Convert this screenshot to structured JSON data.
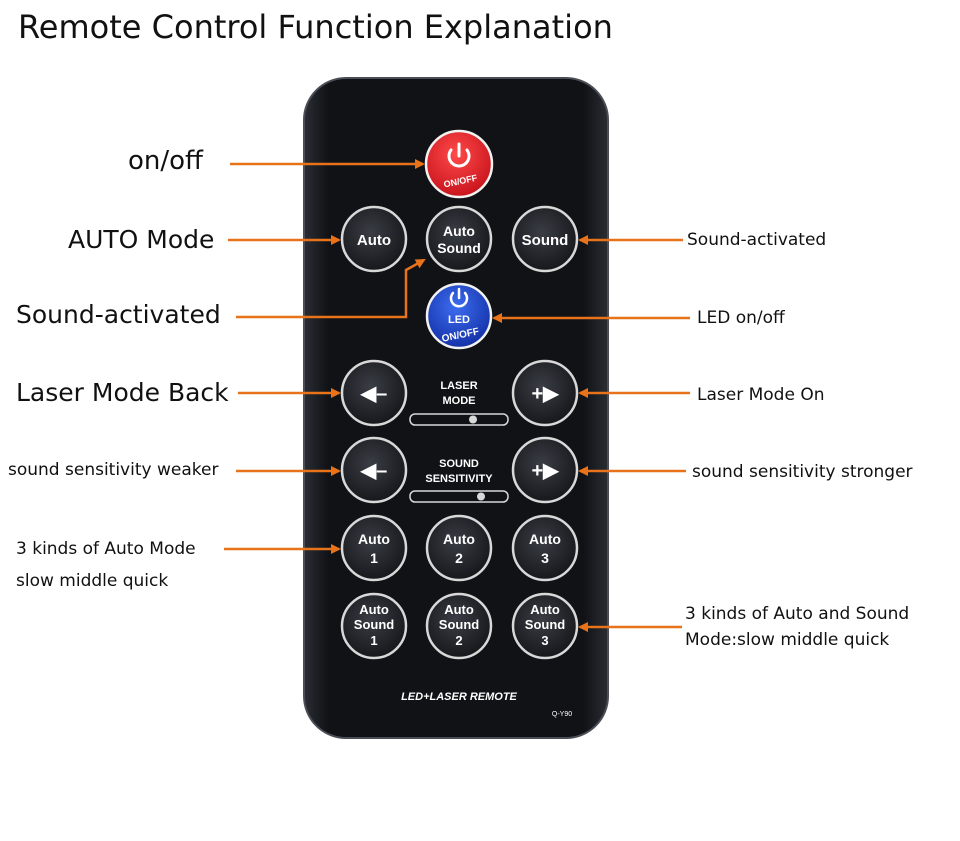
{
  "title": "Remote Control Function Explanation",
  "remote": {
    "power": {
      "label": "ON/OFF",
      "color": "#e5202a"
    },
    "led": {
      "line1": "LED",
      "line2": "ON/OFF",
      "color": "#1d44c8"
    },
    "auto": "Auto",
    "auto_sound": {
      "line1": "Auto",
      "line2": "Sound"
    },
    "sound": "Sound",
    "laser_mode": {
      "line1": "LASER",
      "line2": "MODE"
    },
    "sound_sensitivity": {
      "line1": "SOUND",
      "line2": "SENSITIVITY"
    },
    "minus_glyph": "◀–",
    "plus_glyph": "+▶",
    "auto1": {
      "line1": "Auto",
      "line2": "1"
    },
    "auto2": {
      "line1": "Auto",
      "line2": "2"
    },
    "auto3": {
      "line1": "Auto",
      "line2": "3"
    },
    "autosound1": {
      "line1": "Auto",
      "line2": "Sound",
      "line3": "1"
    },
    "autosound2": {
      "line1": "Auto",
      "line2": "Sound",
      "line3": "2"
    },
    "autosound3": {
      "line1": "Auto",
      "line2": "Sound",
      "line3": "3"
    },
    "footer": "LED+LASER REMOTE",
    "model": "Q-Y90"
  },
  "labels": {
    "onoff": "on/off",
    "auto_mode": "AUTO Mode",
    "sound_activated_left": "Sound-activated",
    "laser_back": "Laser Mode Back",
    "sens_weaker": "sound sensitivity weaker",
    "auto_kinds_1": "3 kinds of Auto Mode",
    "auto_kinds_2": "slow middle quick",
    "sound_activated_right": "Sound-activated",
    "led_onoff": "LED on/off",
    "laser_on": "Laser Mode On",
    "sens_stronger": "sound sensitivity stronger",
    "autosound_kinds_1": "3 kinds of Auto and Sound",
    "autosound_kinds_2": "Mode:slow middle quick"
  },
  "colors": {
    "arrow": "#e8731a",
    "body": "#14161b",
    "button_ring": "#d8d8d8"
  }
}
